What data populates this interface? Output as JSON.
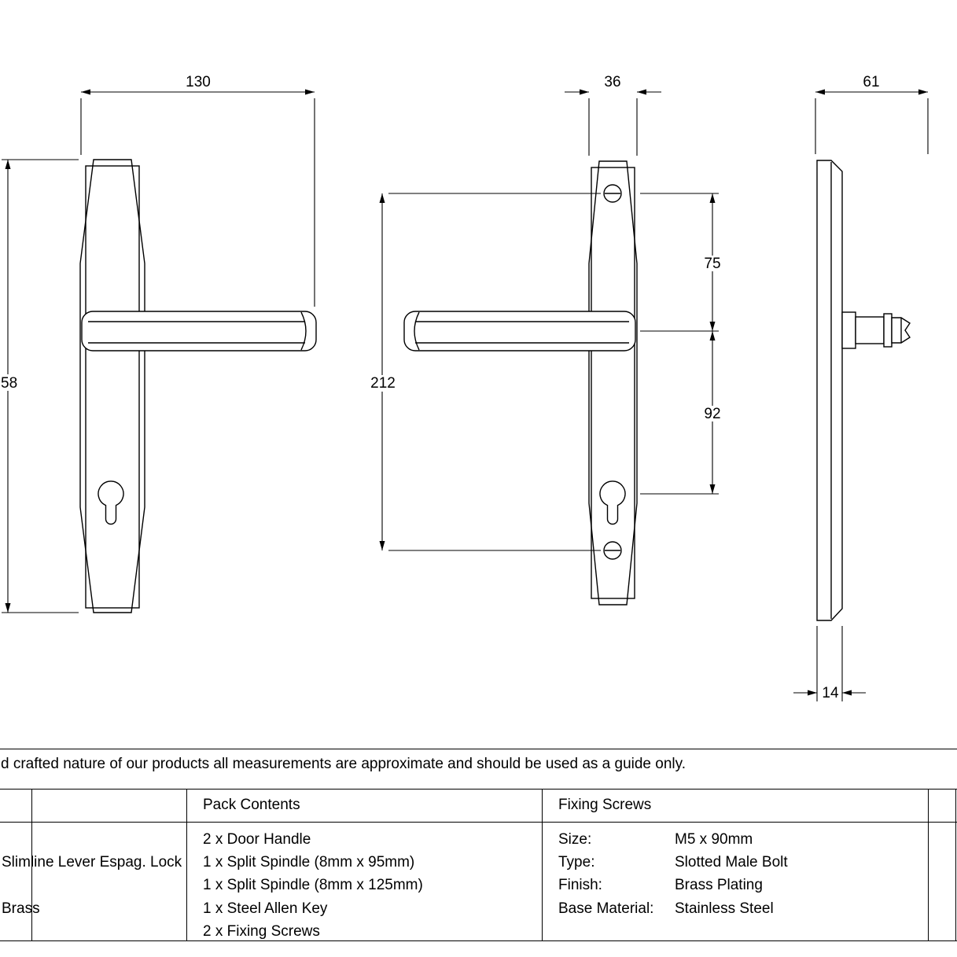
{
  "drawing": {
    "dims": {
      "front_width": "130",
      "front_height": "58",
      "plate_width": "36",
      "screw_centres": "212",
      "top_screw_to_handle": "75",
      "handle_to_cylinder": "92",
      "projection": "61",
      "plate_depth": "14"
    }
  },
  "disclaimer": "d crafted nature of our products all measurements are approximate and should be used as a guide only.",
  "table": {
    "left": {
      "row1": "Slimline Lever Espag. Lock",
      "row2": "Brass"
    },
    "pack": {
      "header": "Pack Contents",
      "items": [
        "2 x Door Handle",
        "1 x Split Spindle (8mm x 95mm)",
        "1 x Split Spindle (8mm x 125mm)",
        "1 x Steel Allen Key",
        "2 x Fixing Screws"
      ]
    },
    "fixing": {
      "header": "Fixing Screws",
      "rows": [
        {
          "label": "Size:",
          "value": "M5 x 90mm"
        },
        {
          "label": "Type:",
          "value": "Slotted Male Bolt"
        },
        {
          "label": "Finish:",
          "value": "Brass Plating"
        },
        {
          "label": "Base Material:",
          "value": "Stainless Steel"
        }
      ]
    }
  }
}
